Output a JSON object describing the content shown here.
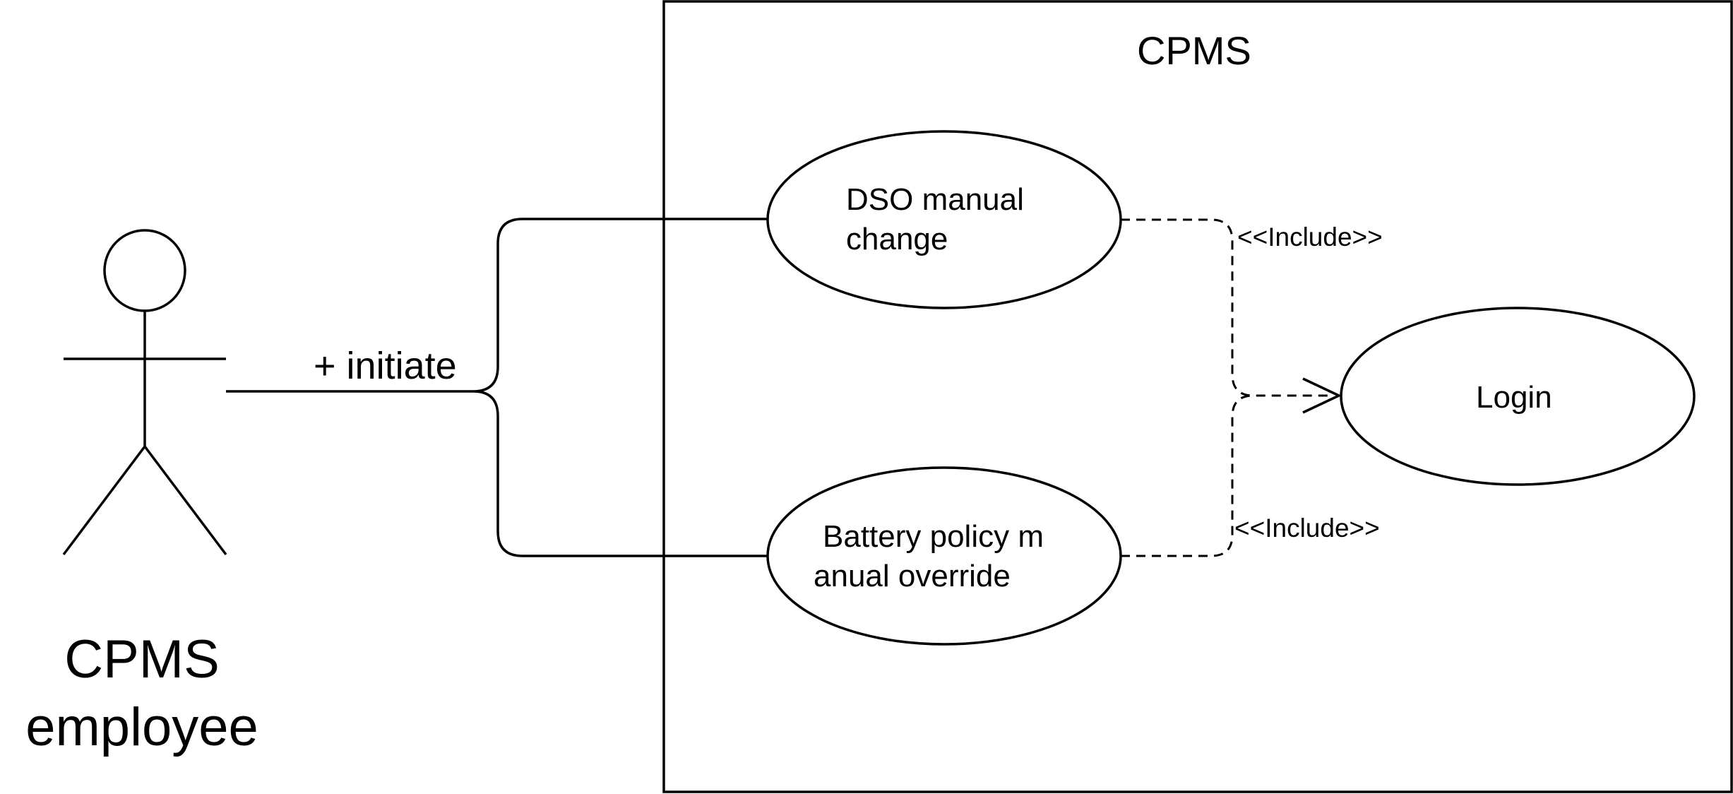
{
  "system": {
    "name": "CPMS"
  },
  "actor": {
    "name_line1": "CPMS",
    "name_line2": "employee"
  },
  "association": {
    "label": "+ initiate"
  },
  "use_cases": {
    "dso": {
      "line1": "DSO manual",
      "line2": "change"
    },
    "battery": {
      "line1": "Battery policy m",
      "line2": "anual override"
    },
    "login": {
      "label": "Login"
    }
  },
  "relations": {
    "include_top": "<<Include>>",
    "include_bottom": "<<Include>>"
  }
}
